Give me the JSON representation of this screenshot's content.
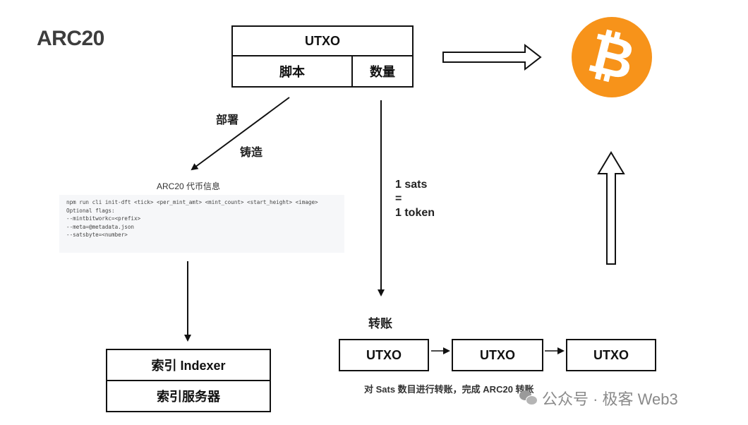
{
  "title": "ARC20",
  "utxo_box": {
    "header": "UTXO",
    "script": "脚本",
    "amount": "数量"
  },
  "edge_labels": {
    "deploy": "部署",
    "mint": "铸造"
  },
  "token_info": {
    "heading": "ARC20 代币信息",
    "code_lines": [
      "npm run cli init-dft <tick> <per_mint_amt> <mint_count> <start_height> <image>",
      "",
      "Optional flags:",
      "--mintbitworkc=<prefix>",
      "--meta=@metadata.json",
      "--satsbyte=<number>"
    ]
  },
  "indexer_box": {
    "top": "索引 Indexer",
    "bottom": "索引服务器"
  },
  "ratio": {
    "line1": "1 sats",
    "line2": "=",
    "line3": "1 token"
  },
  "transfer": {
    "label": "转账",
    "chain": [
      "UTXO",
      "UTXO",
      "UTXO"
    ],
    "caption": "对 Sats 数目进行转账，完成 ARC20 转账"
  },
  "bitcoin_logo": {
    "glyph": "₿",
    "color": "#f7931a"
  },
  "watermark": "公众号 · 极客 Web3"
}
